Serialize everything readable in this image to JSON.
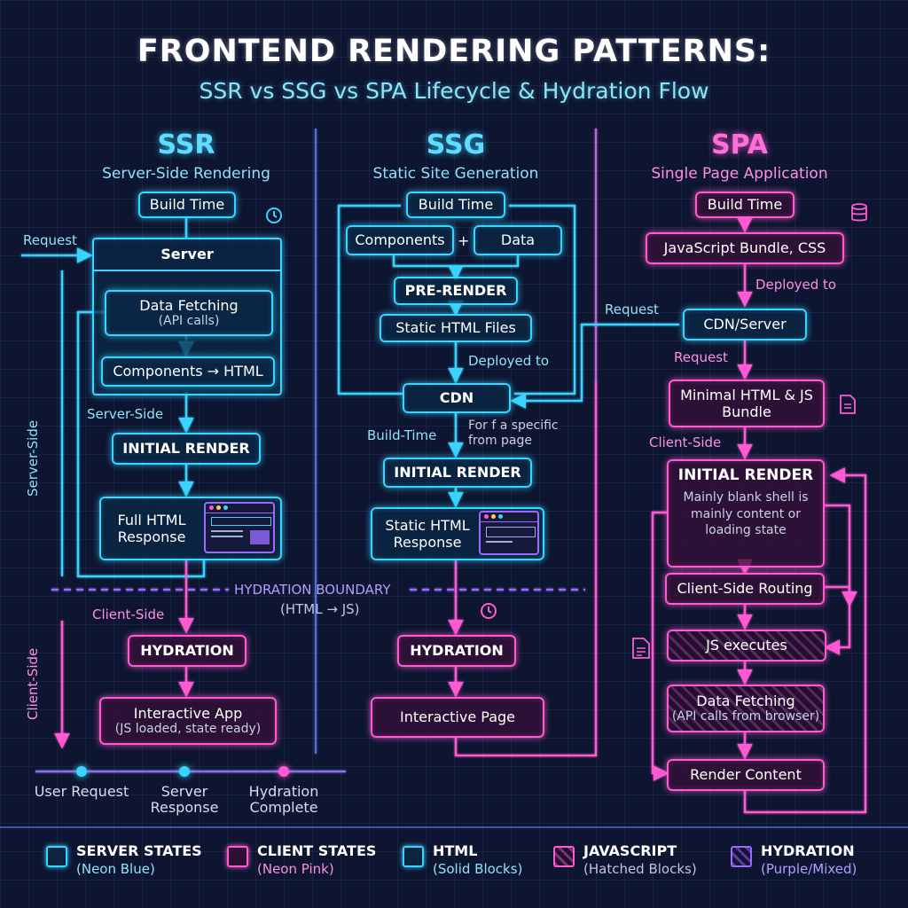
{
  "title": "FRONTEND RENDERING PATTERNS:",
  "subtitle": "SSR vs SSG vs SPA Lifecycle & Hydration Flow",
  "ssr": {
    "title": "SSR",
    "subtitle": "Server-Side Rendering",
    "build_time": "Build Time",
    "request_label": "Request",
    "server": "Server",
    "data_fetching": "Data Fetching",
    "data_fetching_sub": "(API calls)",
    "components_html": "Components → HTML",
    "server_side_label": "Server-Side",
    "initial_render": "INITIAL RENDER",
    "full_html": "Full HTML Response",
    "client_side_label": "Client-Side",
    "hydration": "HYDRATION",
    "interactive_app": "Interactive App",
    "interactive_app_sub": "(JS loaded, state ready)",
    "vertical_server": "Server-Side",
    "vertical_client": "Client-Side"
  },
  "ssg": {
    "title": "SSG",
    "subtitle": "Static Site Generation",
    "build_time": "Build Time",
    "components": "Components",
    "plus": "+",
    "data": "Data",
    "pre_render": "PRE-RENDER",
    "static_files": "Static HTML Files",
    "deployed_to": "Deployed to",
    "cdn": "CDN",
    "build_time_label": "Build-Time",
    "note": "For f a specific from page",
    "initial_render": "INITIAL RENDER",
    "static_response": "Static HTML Response",
    "hydration": "HYDRATION",
    "interactive_page": "Interactive Page"
  },
  "spa": {
    "title": "SPA",
    "subtitle": "Single Page Application",
    "build_time": "Build Time",
    "bundle": "JavaScript Bundle, CSS",
    "deployed_to": "Deployed to",
    "request_in": "Request",
    "cdn_server": "CDN/Server",
    "request": "Request",
    "minimal_html": "Minimal HTML & JS Bundle",
    "client_side_label": "Client-Side",
    "initial_render": "INITIAL RENDER",
    "initial_render_sub": "Mainly blank shell is mainly content or loading state",
    "routing": "Client-Side Routing",
    "js_executes": "JS executes",
    "data_fetching": "Data Fetching",
    "data_fetching_sub": "(API calls from browser)",
    "render_content": "Render Content"
  },
  "hydration_boundary": {
    "label": "HYDRATION BOUNDARY",
    "sub": "(HTML → JS)"
  },
  "timeline": [
    {
      "label": "User Request",
      "color": "#39d4ff"
    },
    {
      "label": "Server Response",
      "color": "#39d4ff"
    },
    {
      "label": "Hydration Complete",
      "color": "#ff5ad2"
    }
  ],
  "legend": [
    {
      "title": "SERVER STATES",
      "sub": "(Neon Blue)",
      "color": "#39d4ff"
    },
    {
      "title": "CLIENT STATES",
      "sub": "(Neon Pink)",
      "color": "#ff5ad2"
    },
    {
      "title": "HTML",
      "sub": "(Solid Blocks)",
      "color": "#39d4ff"
    },
    {
      "title": "JAVASCRIPT",
      "sub": "(Hatched Blocks)",
      "color": "#ff5ad2"
    },
    {
      "title": "HYDRATION",
      "sub": "(Purple/Mixed)",
      "color": "#9b6bff"
    }
  ],
  "icons": [
    "clock-icon",
    "database-icon",
    "document-icon",
    "browser-window-icon"
  ]
}
